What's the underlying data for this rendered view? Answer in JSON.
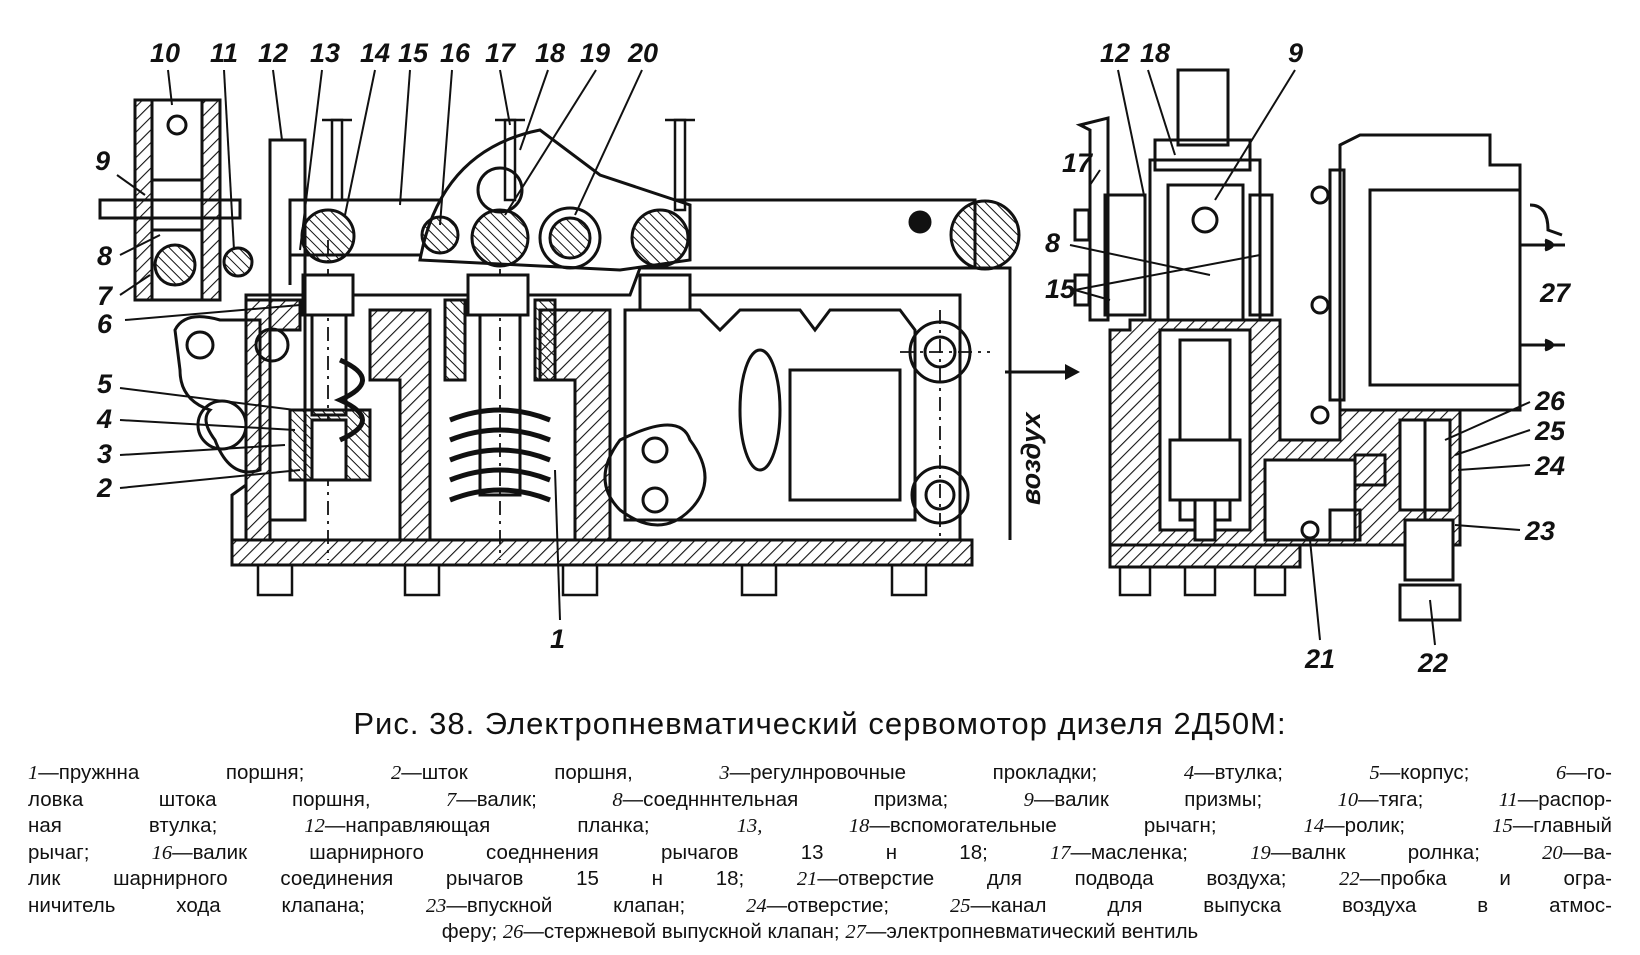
{
  "figure": {
    "side_label": "воздух",
    "left_view_callouts": [
      "10",
      "11",
      "12",
      "13",
      "14",
      "15",
      "16",
      "17",
      "18",
      "19",
      "20",
      "9",
      "8",
      "7",
      "6",
      "5",
      "4",
      "3",
      "2",
      "1"
    ],
    "right_view_callouts": [
      "12",
      "18",
      "9",
      "17",
      "8",
      "15",
      "27",
      "26",
      "25",
      "24",
      "23",
      "21",
      "22"
    ]
  },
  "caption": {
    "title": "Рис. 38. Электропневматический сервомотор дизеля 2Д50М:",
    "lines": [
      [
        [
          "1",
          "—пружнна поршня; "
        ],
        [
          "2",
          "—шток поршня, "
        ],
        [
          "3",
          "—регулнровочные прокладки; "
        ],
        [
          "4",
          "—втулка; "
        ],
        [
          "5",
          "—корпус; "
        ],
        [
          "6",
          "—го-"
        ]
      ],
      [
        [
          "",
          "ловка штока поршня, "
        ],
        [
          "7",
          "—валик; "
        ],
        [
          "8",
          "—соеднннтельная призма; "
        ],
        [
          "9",
          "—валик призмы; "
        ],
        [
          "10",
          "—тяга; "
        ],
        [
          "11",
          "—распор-"
        ]
      ],
      [
        [
          "",
          "ная втулка; "
        ],
        [
          "12",
          "—направляющая планка; "
        ],
        [
          "13, 18",
          "—вспомогательные рычагн; "
        ],
        [
          "14",
          "—ролик; "
        ],
        [
          "15",
          "—главный"
        ]
      ],
      [
        [
          "",
          "рычаг; "
        ],
        [
          "16",
          "—валик шарнирного соедннения рычагов 13 н 18; "
        ],
        [
          "17",
          "—масленка; "
        ],
        [
          "19",
          "—валнк ролнка; "
        ],
        [
          "20",
          "—ва-"
        ]
      ],
      [
        [
          "",
          "лик шарнирного соединения рычагов 15 н 18; "
        ],
        [
          "21",
          "—отверстие для подвода воздуха; "
        ],
        [
          "22",
          "—пробка и огра-"
        ]
      ],
      [
        [
          "",
          "ничитель хода клапана; "
        ],
        [
          "23",
          "—впускной клапан; "
        ],
        [
          "24",
          "—отверстие; "
        ],
        [
          "25",
          "—канал для выпуска воздуха в атмос-"
        ]
      ],
      [
        [
          "",
          "феру; "
        ],
        [
          "26",
          "—стержневой выпускной клапан; "
        ],
        [
          "27",
          "—электропневматический вентиль"
        ]
      ]
    ]
  },
  "colors": {
    "ink": "#111111",
    "paper": "#ffffff"
  }
}
